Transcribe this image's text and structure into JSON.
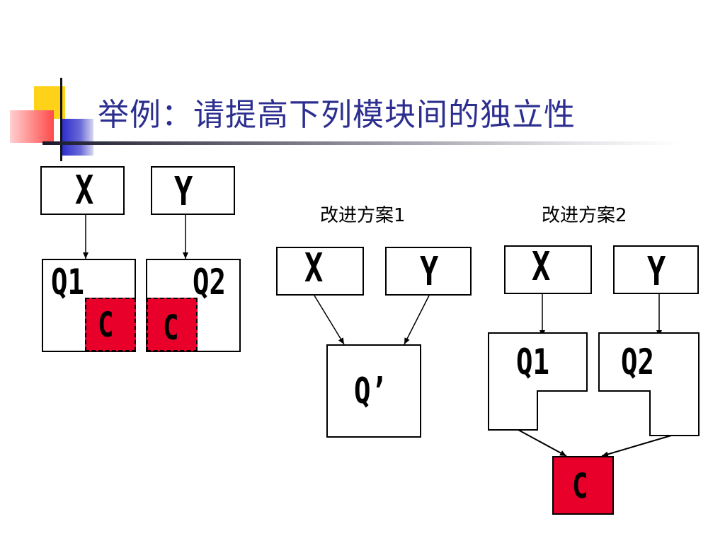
{
  "title": "举例：请提高下列模块间的独立性",
  "labels": {
    "x": "X",
    "y": "Y",
    "q1": "Q1",
    "q2": "Q2",
    "c": "C",
    "q_prime": "Q’"
  },
  "captions": {
    "plan1": "改进方案1",
    "plan2": "改进方案2"
  },
  "colors": {
    "title": "#2c2f8f",
    "common_module": "#e8002a",
    "deco_yellow": "#ffd21a",
    "deco_blue": "#2a2acb",
    "deco_red": "#ff4a4a"
  }
}
